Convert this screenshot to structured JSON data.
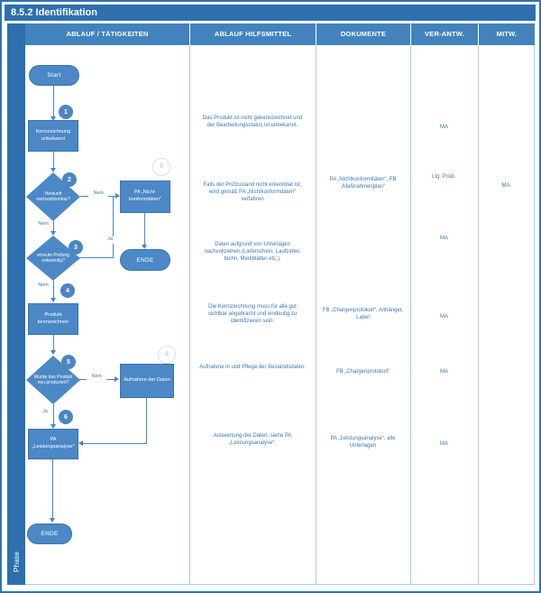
{
  "title": "8.5.2 Identifikation",
  "phase_label": "Phase",
  "columns": {
    "taetigkeiten": "ABLAUF / TÄTIGKEITEN",
    "hilfsmittel": "ABLAUF HILFSMITTEL",
    "dokumente": "DOKUMENTE",
    "verantw": "VER-ANTW.",
    "mitw": "MITW."
  },
  "flow": {
    "start": "Start",
    "step1": "Kennzeichnung unbekannt",
    "step2": "Herkunft nachvollziehbar?",
    "pa_nichtkonformitaeten": "PA „Nicht-konformitäten“",
    "ende_top": "ENDE",
    "step3": "erneute Prüfung notwendig?",
    "step4": "Produkt kennzeichnen",
    "step5": "Wurde das Produkt neu produziert?",
    "aufnahme_daten": "Aufnahme der Daten",
    "pa_leistungsanalyse": "PA „Leistungsanalyse“",
    "ende_bottom": "ENDE",
    "badges": {
      "b1": "1",
      "b2": "2",
      "b3": "3",
      "b4": "4",
      "b5": "5",
      "b6": "6",
      "f5": "5",
      "f6": "6"
    },
    "branch_labels": {
      "d2_right": "Nein",
      "d2_down": "Nein",
      "d3_right": "Ja",
      "d3_down": "Nein",
      "d5_right": "Nein",
      "d5_down": "Ja"
    }
  },
  "rows": [
    {
      "hilfsmittel": "Das Produkt ist nicht gekennzeichnet und der Bearbeitungsstatus ist unbekannt.",
      "dokumente": "",
      "verantw": "MA",
      "mitw": ""
    },
    {
      "hilfsmittel": "Falls der Prüfzustand nicht erkennbar ist, wird gemäß PA „Nichtkonformitäten“ verfahren",
      "dokumente": "PA „Nichtkonformitäten“, FB „Maßnahmenplan“",
      "verantw": "Ltg. Prod.",
      "mitw": "MA"
    },
    {
      "hilfsmittel": "Daten aufgrund von Unterlagen nachvollziehen (Lieferschein, Laufzettel, techn. Merkblätter etc.).",
      "dokumente": "",
      "verantw": "MA",
      "mitw": ""
    },
    {
      "hilfsmittel": "Die Kennzeichnung muss für alle gut sichtbar angebracht und eindeutig zu identifizieren sein.",
      "dokumente": "FB „Chargenprotokoll“, Anhänger, Label",
      "verantw": "MA",
      "mitw": ""
    },
    {
      "hilfsmittel": "Aufnahme in und Pflege der Bestandsdaten.",
      "dokumente": "FB „Chargenprotokoll“",
      "verantw": "MA",
      "mitw": ""
    },
    {
      "hilfsmittel": "Auswertung der Daten, siehe PA „Leistungsanalyse“.",
      "dokumente": "PA „Leistungsanalyse“, alle Unterlagen",
      "verantw": "MA",
      "mitw": ""
    }
  ],
  "colors": {
    "title_bar": "#2D70AD",
    "header_band": "#4283BD",
    "shape_fill": "#4C88C6",
    "line": "#4A86C2",
    "cell_text": "#3E74B4",
    "separator": "#AECBE6"
  }
}
